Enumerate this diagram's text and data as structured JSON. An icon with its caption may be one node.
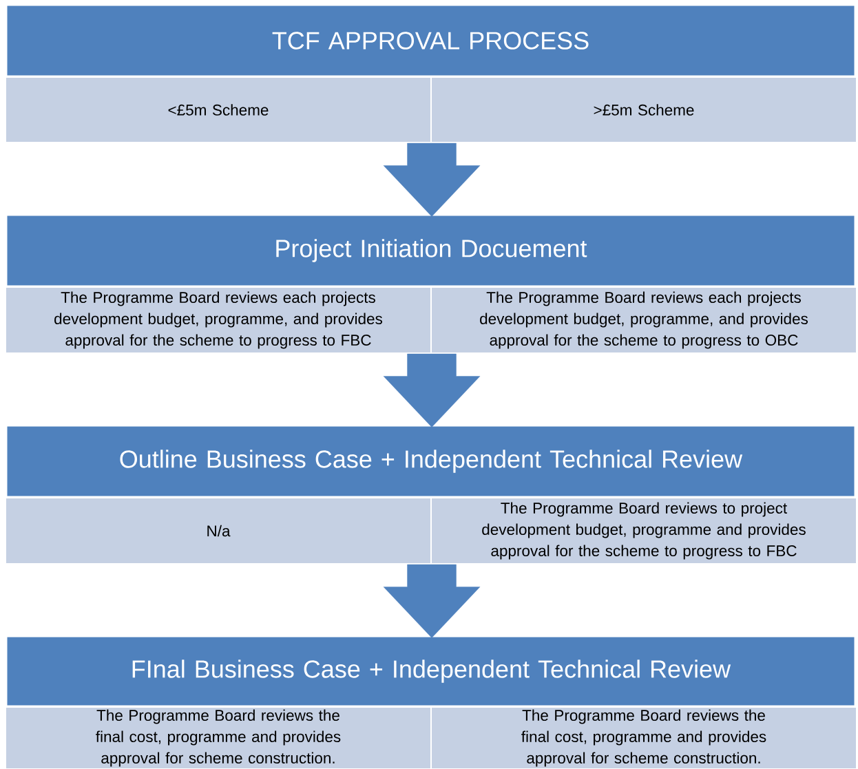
{
  "diagram": {
    "nodes": [
      {
        "text": [
          "TCF APPROVAL PROCESS"
        ]
      },
      {
        "text": [
          "<£5m Scheme"
        ]
      },
      {
        "text": [
          ">£5m Scheme"
        ]
      },
      {
        "text": [
          "Project Initiation Docuement"
        ]
      },
      {
        "text": [
          "The Programme Board reviews each projects development budget, programme, and provides approval for the scheme to progress to FBC"
        ]
      },
      {
        "text": [
          "The Programme Board reviews each projects development budget, programme, and provides approval for the scheme to progress to OBC"
        ]
      },
      {
        "text": [
          "Outline Business Case + Independent Technical Review"
        ]
      },
      {
        "text": [
          "N/a"
        ]
      },
      {
        "text": [
          "The Programme Board reviews to project development budget, programme and provides approval for the scheme to progress to FBC"
        ]
      },
      {
        "text": [
          "FInal Business Case + Independent Technical Review"
        ]
      },
      {
        "text": [
          "The Programme Board reviews the final cost, programme and provides approval for scheme construction."
        ]
      },
      {
        "text": [
          "The Programme Board reviews the final cost, programme and provides approval for scheme construction."
        ]
      }
    ],
    "edges": [
      {
        "from": 1,
        "to": 3,
        "arrow": "to"
      },
      {
        "from": 4,
        "to": 6,
        "arrow": "to"
      },
      {
        "from": 7,
        "to": 9,
        "arrow": "to"
      }
    ]
  }
}
